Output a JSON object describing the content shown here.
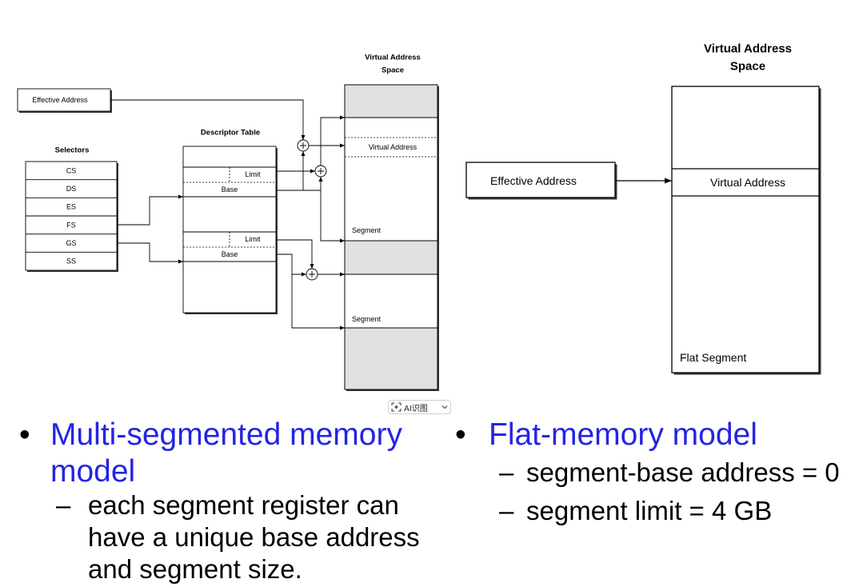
{
  "segmented_diagram": {
    "title_line1": "Virtual Address",
    "title_line2": "Space",
    "effective_address": "Effective Address",
    "descriptor_table_title": "Descriptor Table",
    "selectors_title": "Selectors",
    "selectors": [
      "CS",
      "DS",
      "ES",
      "FS",
      "GS",
      "SS"
    ],
    "descriptors": [
      {
        "limit": "Limit",
        "base": "Base"
      },
      {
        "limit": "Limit",
        "base": "Base"
      }
    ],
    "space_virtual_address": "Virtual Address",
    "segments": [
      "Segment",
      "Segment"
    ]
  },
  "flat_diagram": {
    "title_line1": "Virtual Address",
    "title_line2": "Space",
    "effective_address": "Effective Address",
    "virtual_address": "Virtual Address",
    "flat_segment": "Flat Segment"
  },
  "overlay": {
    "ai_button_label": "AI识图"
  },
  "bullets": {
    "left": {
      "marker": "•",
      "lines": [
        "Multi-segmented memory",
        "model"
      ],
      "sub": [
        {
          "marker": "–",
          "lines": [
            "each segment register can",
            "have a unique base address",
            "and segment size."
          ]
        }
      ]
    },
    "right": {
      "marker": "•",
      "lines": [
        "Flat-memory model"
      ],
      "sub": [
        {
          "marker": "–",
          "lines": [
            "segment-base address = 0"
          ]
        },
        {
          "marker": "–",
          "lines": [
            "segment limit = 4 GB"
          ]
        }
      ]
    }
  },
  "colors": {
    "bullet_text": "#2424e3",
    "gray_fill": "#e1e1e1"
  }
}
